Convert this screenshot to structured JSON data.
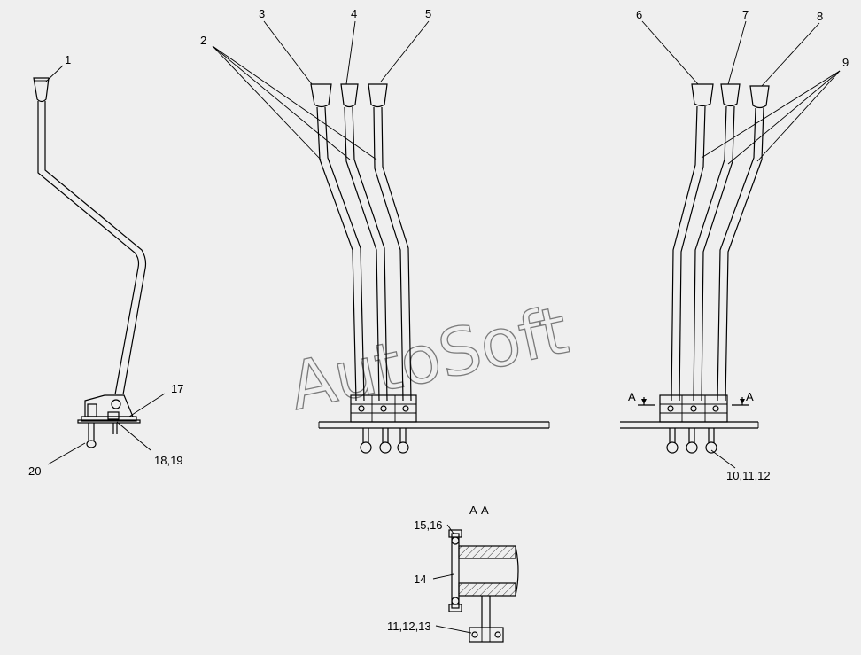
{
  "watermark": "AutoSoft",
  "section": {
    "title": "A-A",
    "cut_label": "A"
  },
  "callouts": [
    {
      "id": "1",
      "text": "1"
    },
    {
      "id": "2",
      "text": "2"
    },
    {
      "id": "3",
      "text": "3"
    },
    {
      "id": "4",
      "text": "4"
    },
    {
      "id": "5",
      "text": "5"
    },
    {
      "id": "6",
      "text": "6"
    },
    {
      "id": "7",
      "text": "7"
    },
    {
      "id": "8",
      "text": "8"
    },
    {
      "id": "9",
      "text": "9"
    },
    {
      "id": "17",
      "text": "17"
    },
    {
      "id": "18_19",
      "text": "18,19"
    },
    {
      "id": "20",
      "text": "20"
    },
    {
      "id": "10_11_12",
      "text": "10,11,12"
    },
    {
      "id": "15_16",
      "text": "15,16"
    },
    {
      "id": "14",
      "text": "14"
    },
    {
      "id": "11_12_13",
      "text": "11,12,13"
    }
  ],
  "colors": {
    "background": "#efefef",
    "line": "#000000",
    "watermark": "#7a7a7a"
  }
}
